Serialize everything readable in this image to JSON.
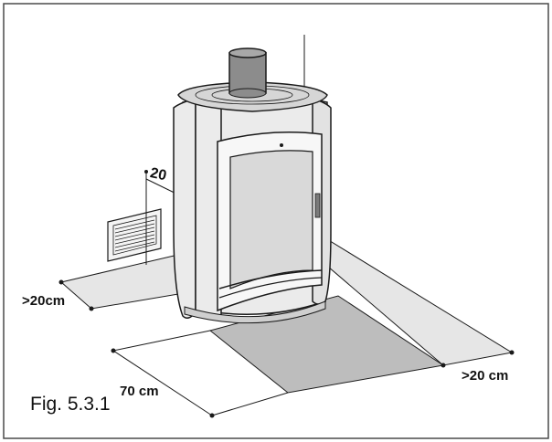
{
  "labels": {
    "left_clearance": ">20cm",
    "right_clearance": ">20 cm",
    "front_clearance": "70 cm",
    "wall_clearance": "20",
    "caption": "Fig. 5.3.1"
  },
  "colors": {
    "line": "#1a1a1a",
    "floor_strip": "#e6e6e6",
    "front_plate": "#bdbdbd",
    "stove_body": "#ebebeb",
    "stove_top": "#d6d6d6",
    "glass": "#d9d9d9",
    "flue": "#8c8c8c",
    "frame": "#4a4a4a"
  }
}
